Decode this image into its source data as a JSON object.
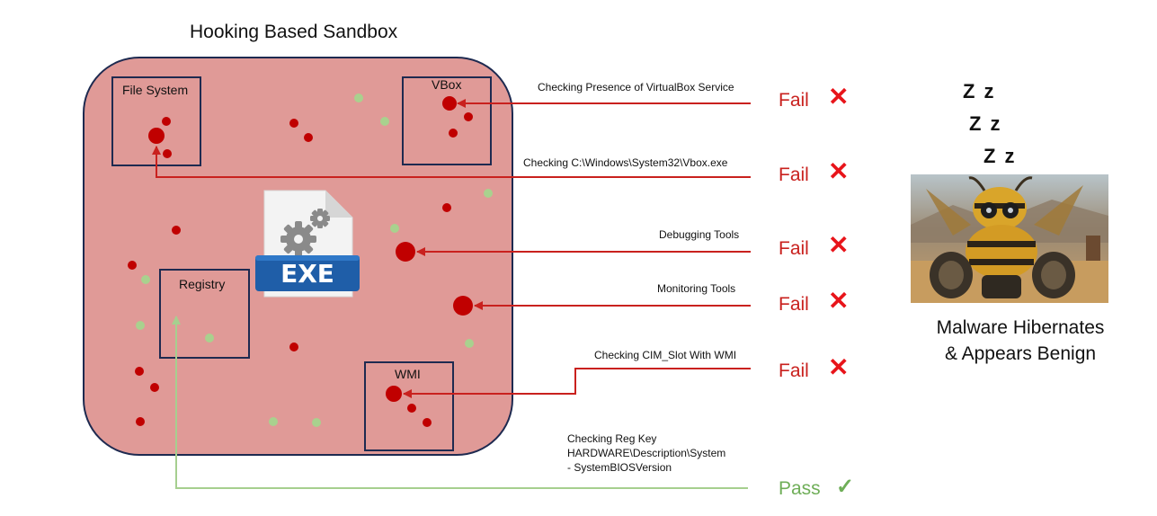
{
  "title": "Hooking Based Sandbox",
  "boxes": {
    "file_system": "File System",
    "vbox": "VBox",
    "registry": "Registry",
    "wmi": "WMI"
  },
  "exe_label": "EXE",
  "checks": [
    {
      "text": "Checking Presence of VirtualBox Service",
      "result": "Fail"
    },
    {
      "text": "Checking C:\\Windows\\System32\\Vbox.exe",
      "result": "Fail"
    },
    {
      "text": "Debugging Tools",
      "result": "Fail"
    },
    {
      "text": "Monitoring Tools",
      "result": "Fail"
    },
    {
      "text": "Checking CIM_Slot With WMI",
      "result": "Fail"
    }
  ],
  "reg_check": {
    "lines": [
      "Checking Reg Key",
      "HARDWARE\\Description\\System",
      "- SystemBIOSVersion"
    ],
    "result": "Pass"
  },
  "sleep_text": [
    "Z z",
    "Z z",
    "Z z"
  ],
  "caption": [
    "Malware Hibernates",
    "& Appears Benign"
  ],
  "colors": {
    "sandbox_fill": "#e09a97",
    "sandbox_border": "#1e2a50",
    "fail_arrow": "#c9211e",
    "pass_arrow": "#a6cf8f",
    "fail_text": "#c9211e",
    "pass_text": "#6fae58",
    "dot_red": "#c00000",
    "dot_green": "#a9d18e"
  },
  "icons": [
    "fail-x-icon",
    "pass-check-icon",
    "exe-file-icon",
    "gear-icon",
    "robot-bee-image"
  ]
}
